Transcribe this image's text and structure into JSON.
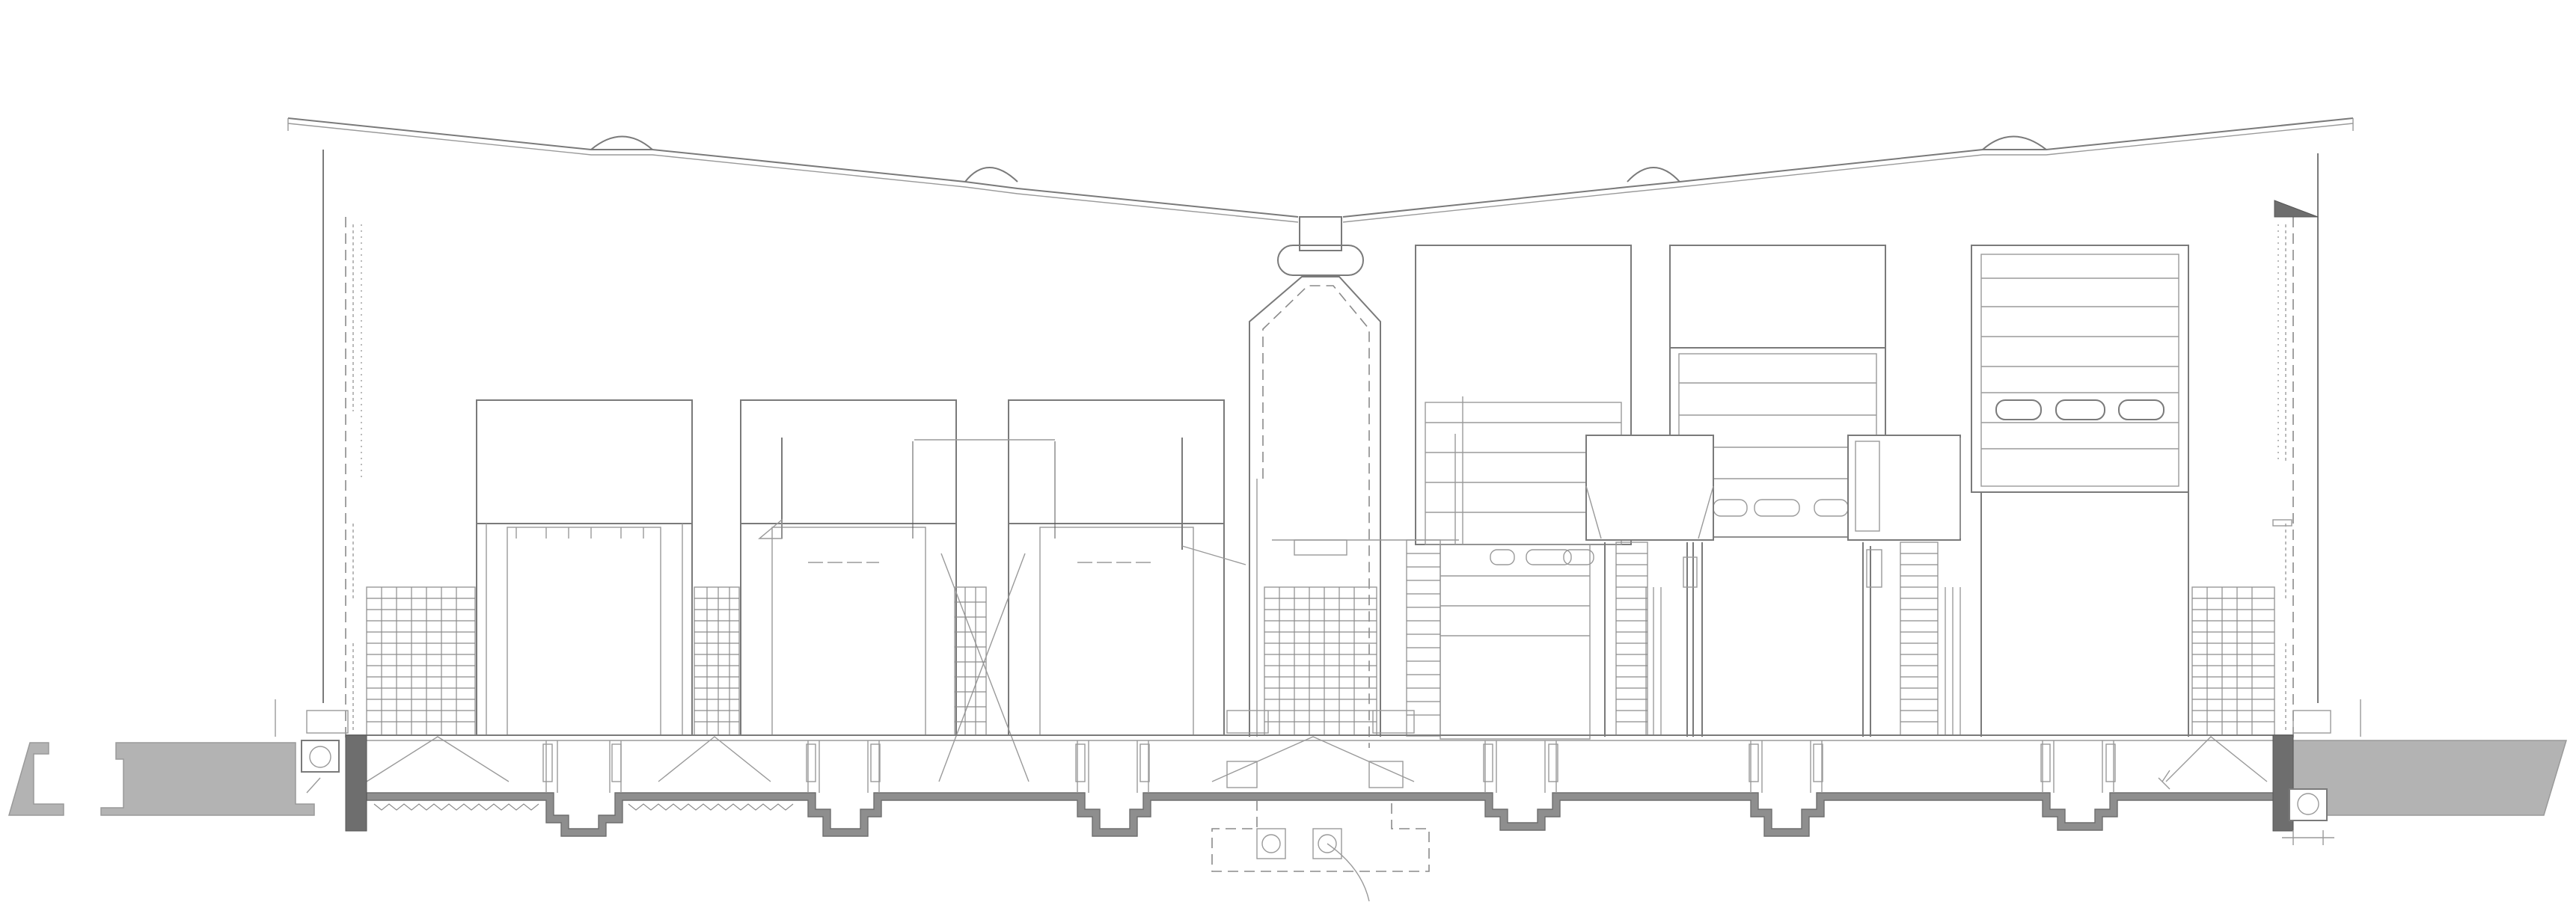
{
  "drawing": {
    "type": "architectural-section",
    "colors": {
      "line": "#7a7a7a",
      "ground": "#b3b3b3",
      "slab": "#8e8e8e",
      "background": "#ffffff"
    },
    "icons": [
      "roof-line",
      "ventilation-duct",
      "tank",
      "grid-panel",
      "stair",
      "drain-pipe",
      "ground-fill"
    ]
  }
}
